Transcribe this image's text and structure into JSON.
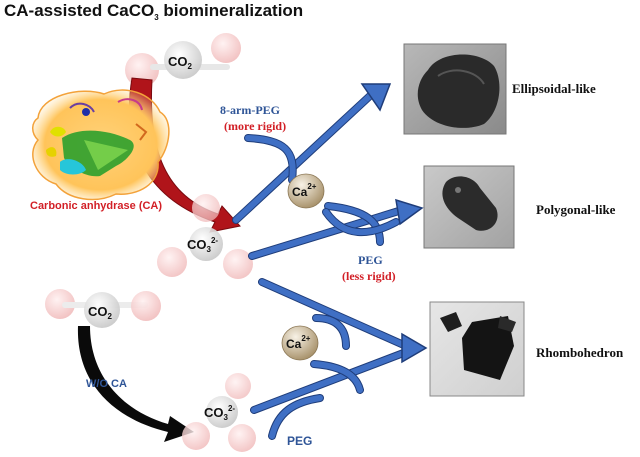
{
  "title": {
    "main": "CA-assisted CaCO",
    "sub": "3",
    "tail": " biomineralization"
  },
  "molecules": {
    "co2_label": "CO",
    "co2_sub": "2",
    "co3_label": "CO",
    "co3_sub": "3",
    "co3_sup": "2-",
    "ca_label": "Ca",
    "ca_sup": "2+"
  },
  "enzyme": {
    "label": "Carbonic anhydrase (CA)"
  },
  "pathway_labels": {
    "peg8": "8-arm-PEG",
    "peg8_note": "(more rigid)",
    "peg": "PEG",
    "peg_note": "(less rigid)",
    "wo_ca": "W/O CA",
    "peg_bottom": "PEG"
  },
  "products": [
    {
      "name": "Ellipsoidal-like"
    },
    {
      "name": "Polygonal-like"
    },
    {
      "name": "Rhombohedron"
    }
  ],
  "colors": {
    "arrow_blue": "#3a63b8",
    "red_arrow": "#b0141a",
    "black_arrow": "#0a0a0a",
    "red_text": "#d21f26",
    "blue_text": "#2f5597",
    "ball_pink": "#f6c9c9",
    "ball_gray": "#d8d8d8",
    "ca_ball": "#c9b89a"
  }
}
